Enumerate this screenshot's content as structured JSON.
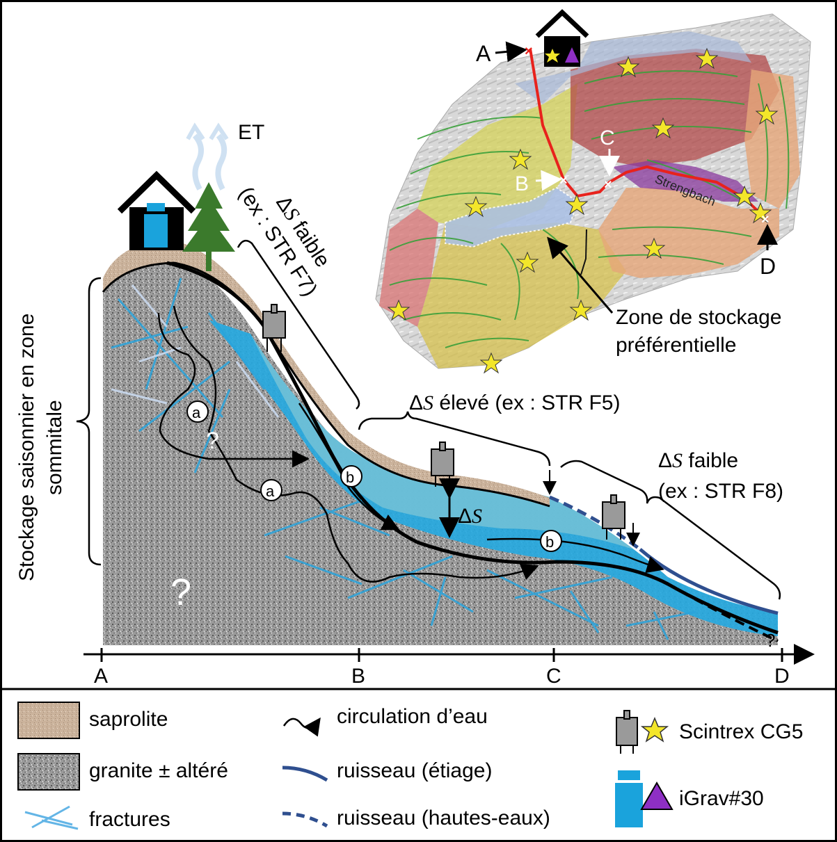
{
  "colors": {
    "saprolite": "#cdb9a4",
    "granite": "#8c8c8c",
    "water": "#1aa3dc",
    "water_light": "#6fc0d8",
    "stream": "#2f4f8f",
    "route": "#e8221c",
    "contour": "#3aa03a",
    "star": "#f3e62a",
    "triangle": "#8e2fc4",
    "gravimeter_grey": "#9a9a9a",
    "gravimeter_blue": "#1aa3dc",
    "tree": "#3b7a2c"
  },
  "map": {
    "point_A": "A",
    "point_B": "B",
    "point_C": "C",
    "point_D": "D",
    "stream_name": "Strengbach",
    "storage_zone_line1": "Zone de stockage",
    "storage_zone_line2": "préférentielle"
  },
  "section": {
    "et_label": "ET",
    "summit_storage_line1": "Stockage saisonnier en zone",
    "summit_storage_line2": "sommitale",
    "ds_low_1_line1": "ΔS faible",
    "ds_low_1_line2": "(ex : STR F7)",
    "ds_high": "ΔS élevé (ex : STR F5)",
    "ds_low_2_line1": "ΔS faible",
    "ds_low_2_line2": "(ex : STR F8)",
    "ds_symbol": "ΔS",
    "marker_a": "a",
    "marker_b": "b",
    "question": "?",
    "axis_ticks": [
      "A",
      "B",
      "C",
      "D"
    ]
  },
  "legend": {
    "saprolite": "saprolite",
    "granite": "granite ± altéré",
    "fractures": "fractures",
    "water_flow": "circulation d’eau",
    "stream_low": "ruisseau (étiage)",
    "stream_high": "ruisseau (hautes-eaux)",
    "scintrex": "Scintrex CG5",
    "igrav": "iGrav#30"
  }
}
